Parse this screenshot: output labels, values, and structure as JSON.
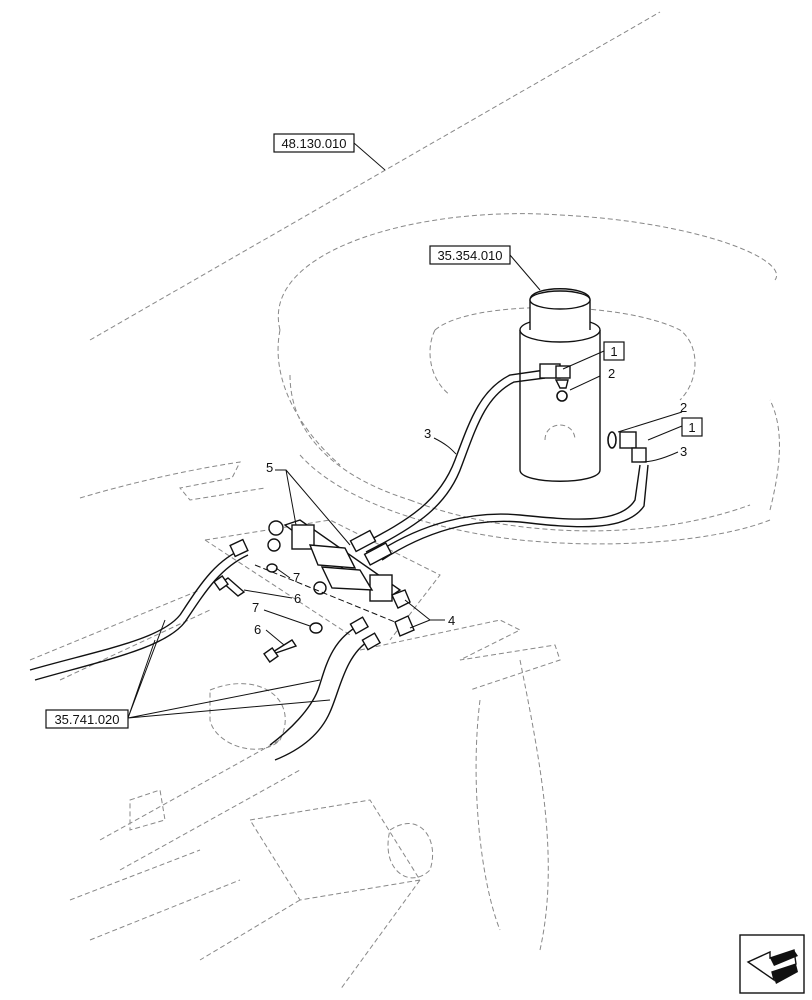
{
  "references": {
    "frame": "48.130.010",
    "cylinder": "35.354.010",
    "hydraulic_lines": "35.741.020"
  },
  "item_labels": {
    "item_1_upper": "1",
    "item_1_right": "1",
    "item_2_upper": "2",
    "item_2_right": "2",
    "item_3_left": "3",
    "item_3_right": "3",
    "item_4": "4",
    "item_5": "5",
    "item_6_upper": "6",
    "item_6_lower": "6",
    "item_7_upper": "7",
    "item_7_lower": "7"
  },
  "nav_icon": "arrow-direction-icon"
}
